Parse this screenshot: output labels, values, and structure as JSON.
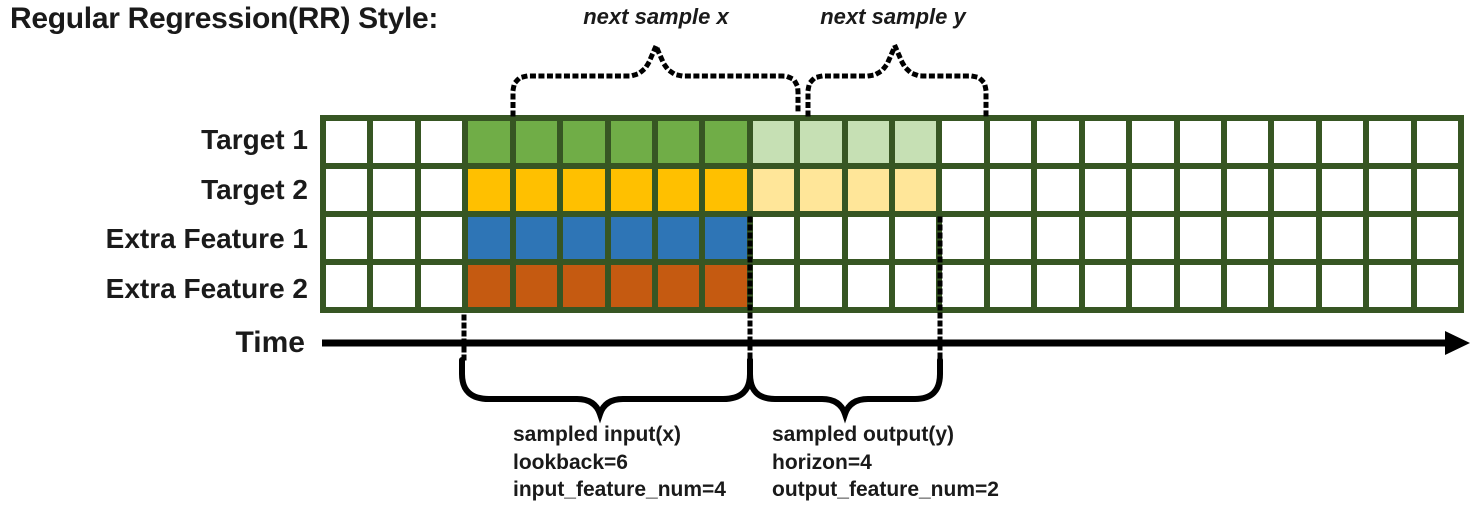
{
  "header": {
    "title": "Regular Regression(RR) Style:"
  },
  "annotations": {
    "next_sample_x": "next sample x",
    "next_sample_y": "next sample y",
    "time_label": "Time",
    "input_block": {
      "lines": [
        "sampled input(x)",
        "lookback=6",
        "input_feature_num=4"
      ]
    },
    "output_block": {
      "lines": [
        "sampled output(y)",
        "horizon=4",
        "output_feature_num=2"
      ]
    }
  },
  "params": {
    "lookback": 6,
    "horizon": 4,
    "input_feature_num": 4,
    "output_feature_num": 2
  },
  "grid": {
    "total_cols": 24,
    "lead_cols": 3,
    "lookback": 6,
    "horizon": 4,
    "border_color": "#375623",
    "empty_color": "#ffffff",
    "rows": [
      {
        "label": "Target 1",
        "input_color": "#70ad47",
        "output_color": "#c6e0b4"
      },
      {
        "label": "Target 2",
        "input_color": "#ffc000",
        "output_color": "#ffe699"
      },
      {
        "label": "Extra Feature 1",
        "input_color": "#2e75b6",
        "output_color": null
      },
      {
        "label": "Extra Feature 2",
        "input_color": "#c55a11",
        "output_color": null
      }
    ]
  },
  "colors": {
    "grid_border": "#375623",
    "target1_input": "#70ad47",
    "target1_output": "#c6e0b4",
    "target2_input": "#ffc000",
    "target2_output": "#ffe699",
    "extra1_input": "#2e75b6",
    "extra2_input": "#c55a11",
    "ink": "#1a1a1a"
  }
}
